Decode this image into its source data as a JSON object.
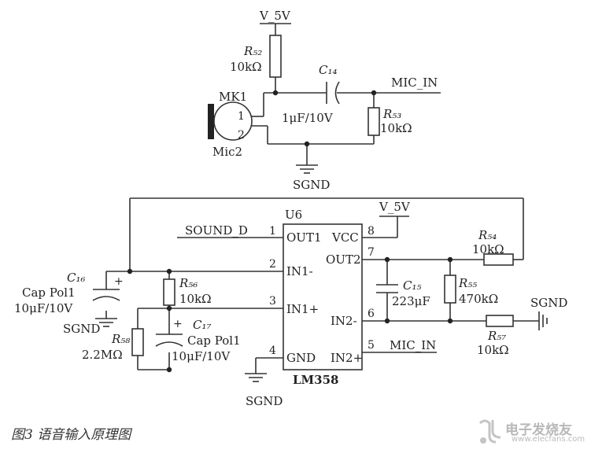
{
  "labels": {
    "v5_top": "V_5V",
    "r52": "R₅₂",
    "r52_val": "10kΩ",
    "c14": "C₁₄",
    "c14_val": "1μF/10V",
    "mic_in_top": "MIC_IN",
    "mk1": "MK1",
    "mic_pin1": "1",
    "mic_pin2": "2",
    "mic2": "Mic2",
    "r53": "R₅₃",
    "r53_val": "10kΩ",
    "sgnd_top": "SGND",
    "u6": "U6",
    "v5_mid": "V_5V",
    "sound_d": "SOUND_D",
    "pin1": "1",
    "pin2": "2",
    "pin3": "3",
    "pin4": "4",
    "pin5": "5",
    "pin6": "6",
    "pin7": "7",
    "pin8": "8",
    "out1": "OUT1",
    "in1m": "IN1-",
    "in1p": "IN1+",
    "gnd": "GND",
    "vcc": "VCC",
    "out2": "OUT2",
    "in2m": "IN2-",
    "in2p": "IN2+",
    "lm358": "LM358",
    "mic_in_bot": "MIC_IN",
    "c16": "C₁₆",
    "c16_type": "Cap Pol1",
    "c16_val": "10μF/10V",
    "sgnd_c16": "SGND",
    "plus_c16": "+",
    "r56": "R₅₆",
    "r56_val": "10kΩ",
    "c17": "C₁₇",
    "c17_type": "Cap Pol1",
    "c17_val": "10μF/10V",
    "plus_c17": "+",
    "r58": "R₅₈",
    "r58_val": "2.2MΩ",
    "sgnd_bot": "SGND",
    "c15": "C₁₅",
    "c15_val": "223μF",
    "r55": "R₅₅",
    "r55_val": "470kΩ",
    "r54": "R₅₄",
    "r54_val": "10kΩ",
    "r57": "R₅₇",
    "r57_val": "10kΩ",
    "sgnd_right": "SGND"
  },
  "caption": "图3 语音输入原理图",
  "watermark": {
    "site_cn": "电子发烧友",
    "site_url": "www.elecfans.com"
  }
}
